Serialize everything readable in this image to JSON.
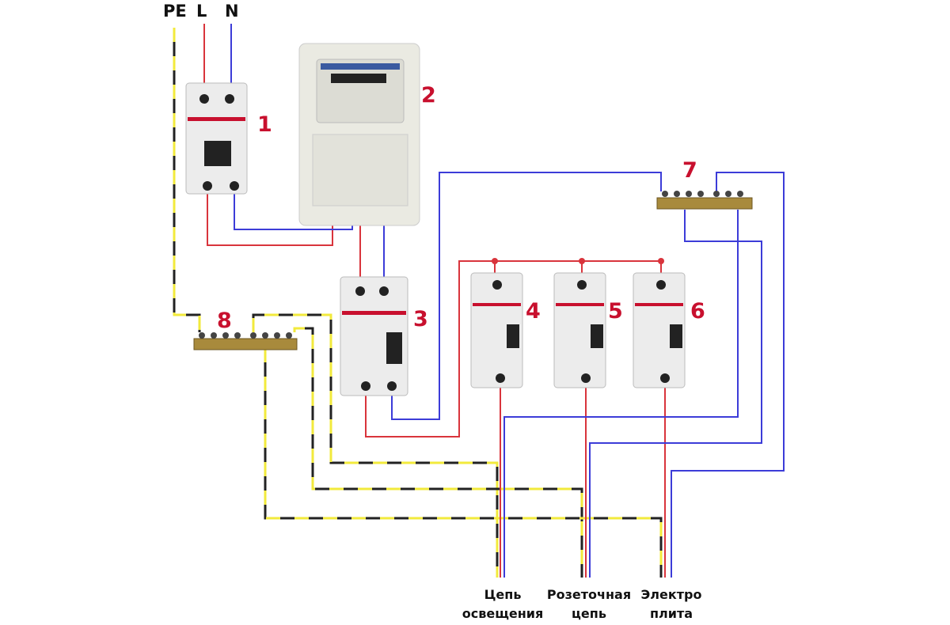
{
  "supply_labels": {
    "pe": "PE",
    "l": "L",
    "n": "N"
  },
  "device_numbers": [
    "1",
    "2",
    "3",
    "4",
    "5",
    "6",
    "7",
    "8"
  ],
  "circuits": [
    {
      "line1": "Цепь",
      "line2": "освещения"
    },
    {
      "line1": "Розеточная",
      "line2": "цепь"
    },
    {
      "line1": "Электро",
      "line2": "плита"
    }
  ],
  "colors": {
    "phase": "#d9343c",
    "neutral": "#3c3cd8",
    "earth_yellow": "#f2ea3c",
    "earth_black": "#222222",
    "number": "#c8102e"
  }
}
